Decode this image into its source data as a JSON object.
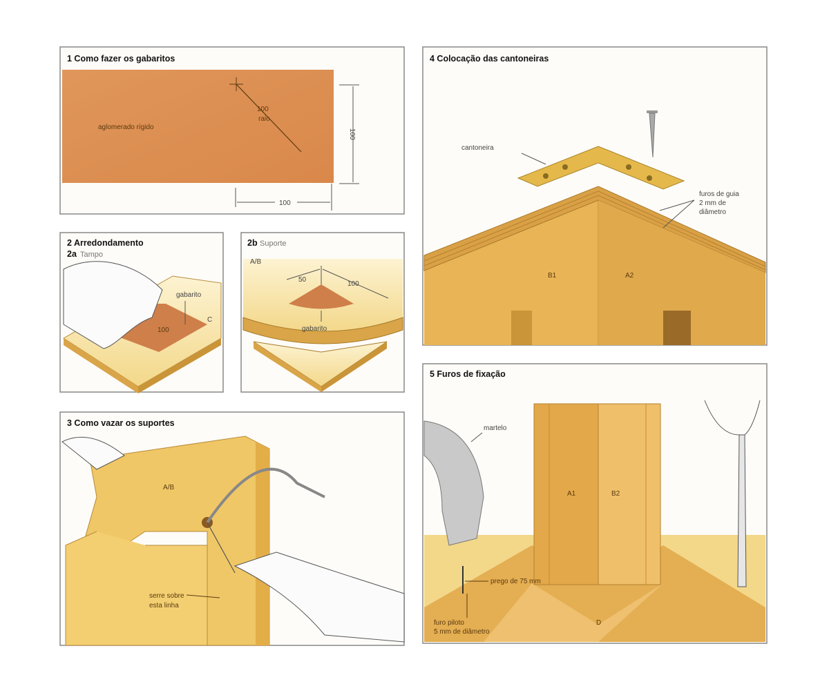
{
  "panels": {
    "p1": {
      "title": "1 Como fazer os gabaritos",
      "material": "aglomerado rígido",
      "radius_value": "100",
      "radius_word": "raio",
      "height_dim": "100",
      "width_dim": "100"
    },
    "p2": {
      "title": "2 Arredondamento",
      "sub_a_num": "2a",
      "sub_a_label": "Tampo",
      "template": "gabarito",
      "piece": "C",
      "radius": "100"
    },
    "p2b": {
      "title_num": "2b",
      "title_label": "Suporte",
      "piece": "A/B",
      "dim_a": "50",
      "dim_b": "100",
      "template": "gabarito"
    },
    "p3": {
      "title": "3 Como vazar os suportes",
      "piece": "A/B",
      "note_line1": "serre sobre",
      "note_line2": "esta linha"
    },
    "p4": {
      "title": "4 Colocação das cantoneiras",
      "bracket": "cantoneira",
      "holes_line1": "furos de guia",
      "holes_line2": "2 mm de",
      "holes_line3": "diâmetro",
      "left_piece": "B1",
      "right_piece": "A2"
    },
    "p5": {
      "title": "5 Furos de fixação",
      "hammer": "martelo",
      "nail": "prego de 75 mm",
      "pilot_line1": "furo piloto",
      "pilot_line2": "5 mm de diâmetro",
      "left_piece": "A1",
      "right_piece": "B2",
      "base": "D"
    }
  },
  "colors": {
    "wood": "#e9b65a",
    "wood_dark": "#c98a35",
    "template": "#d98f55",
    "pale_wood": "#f6deA0"
  }
}
